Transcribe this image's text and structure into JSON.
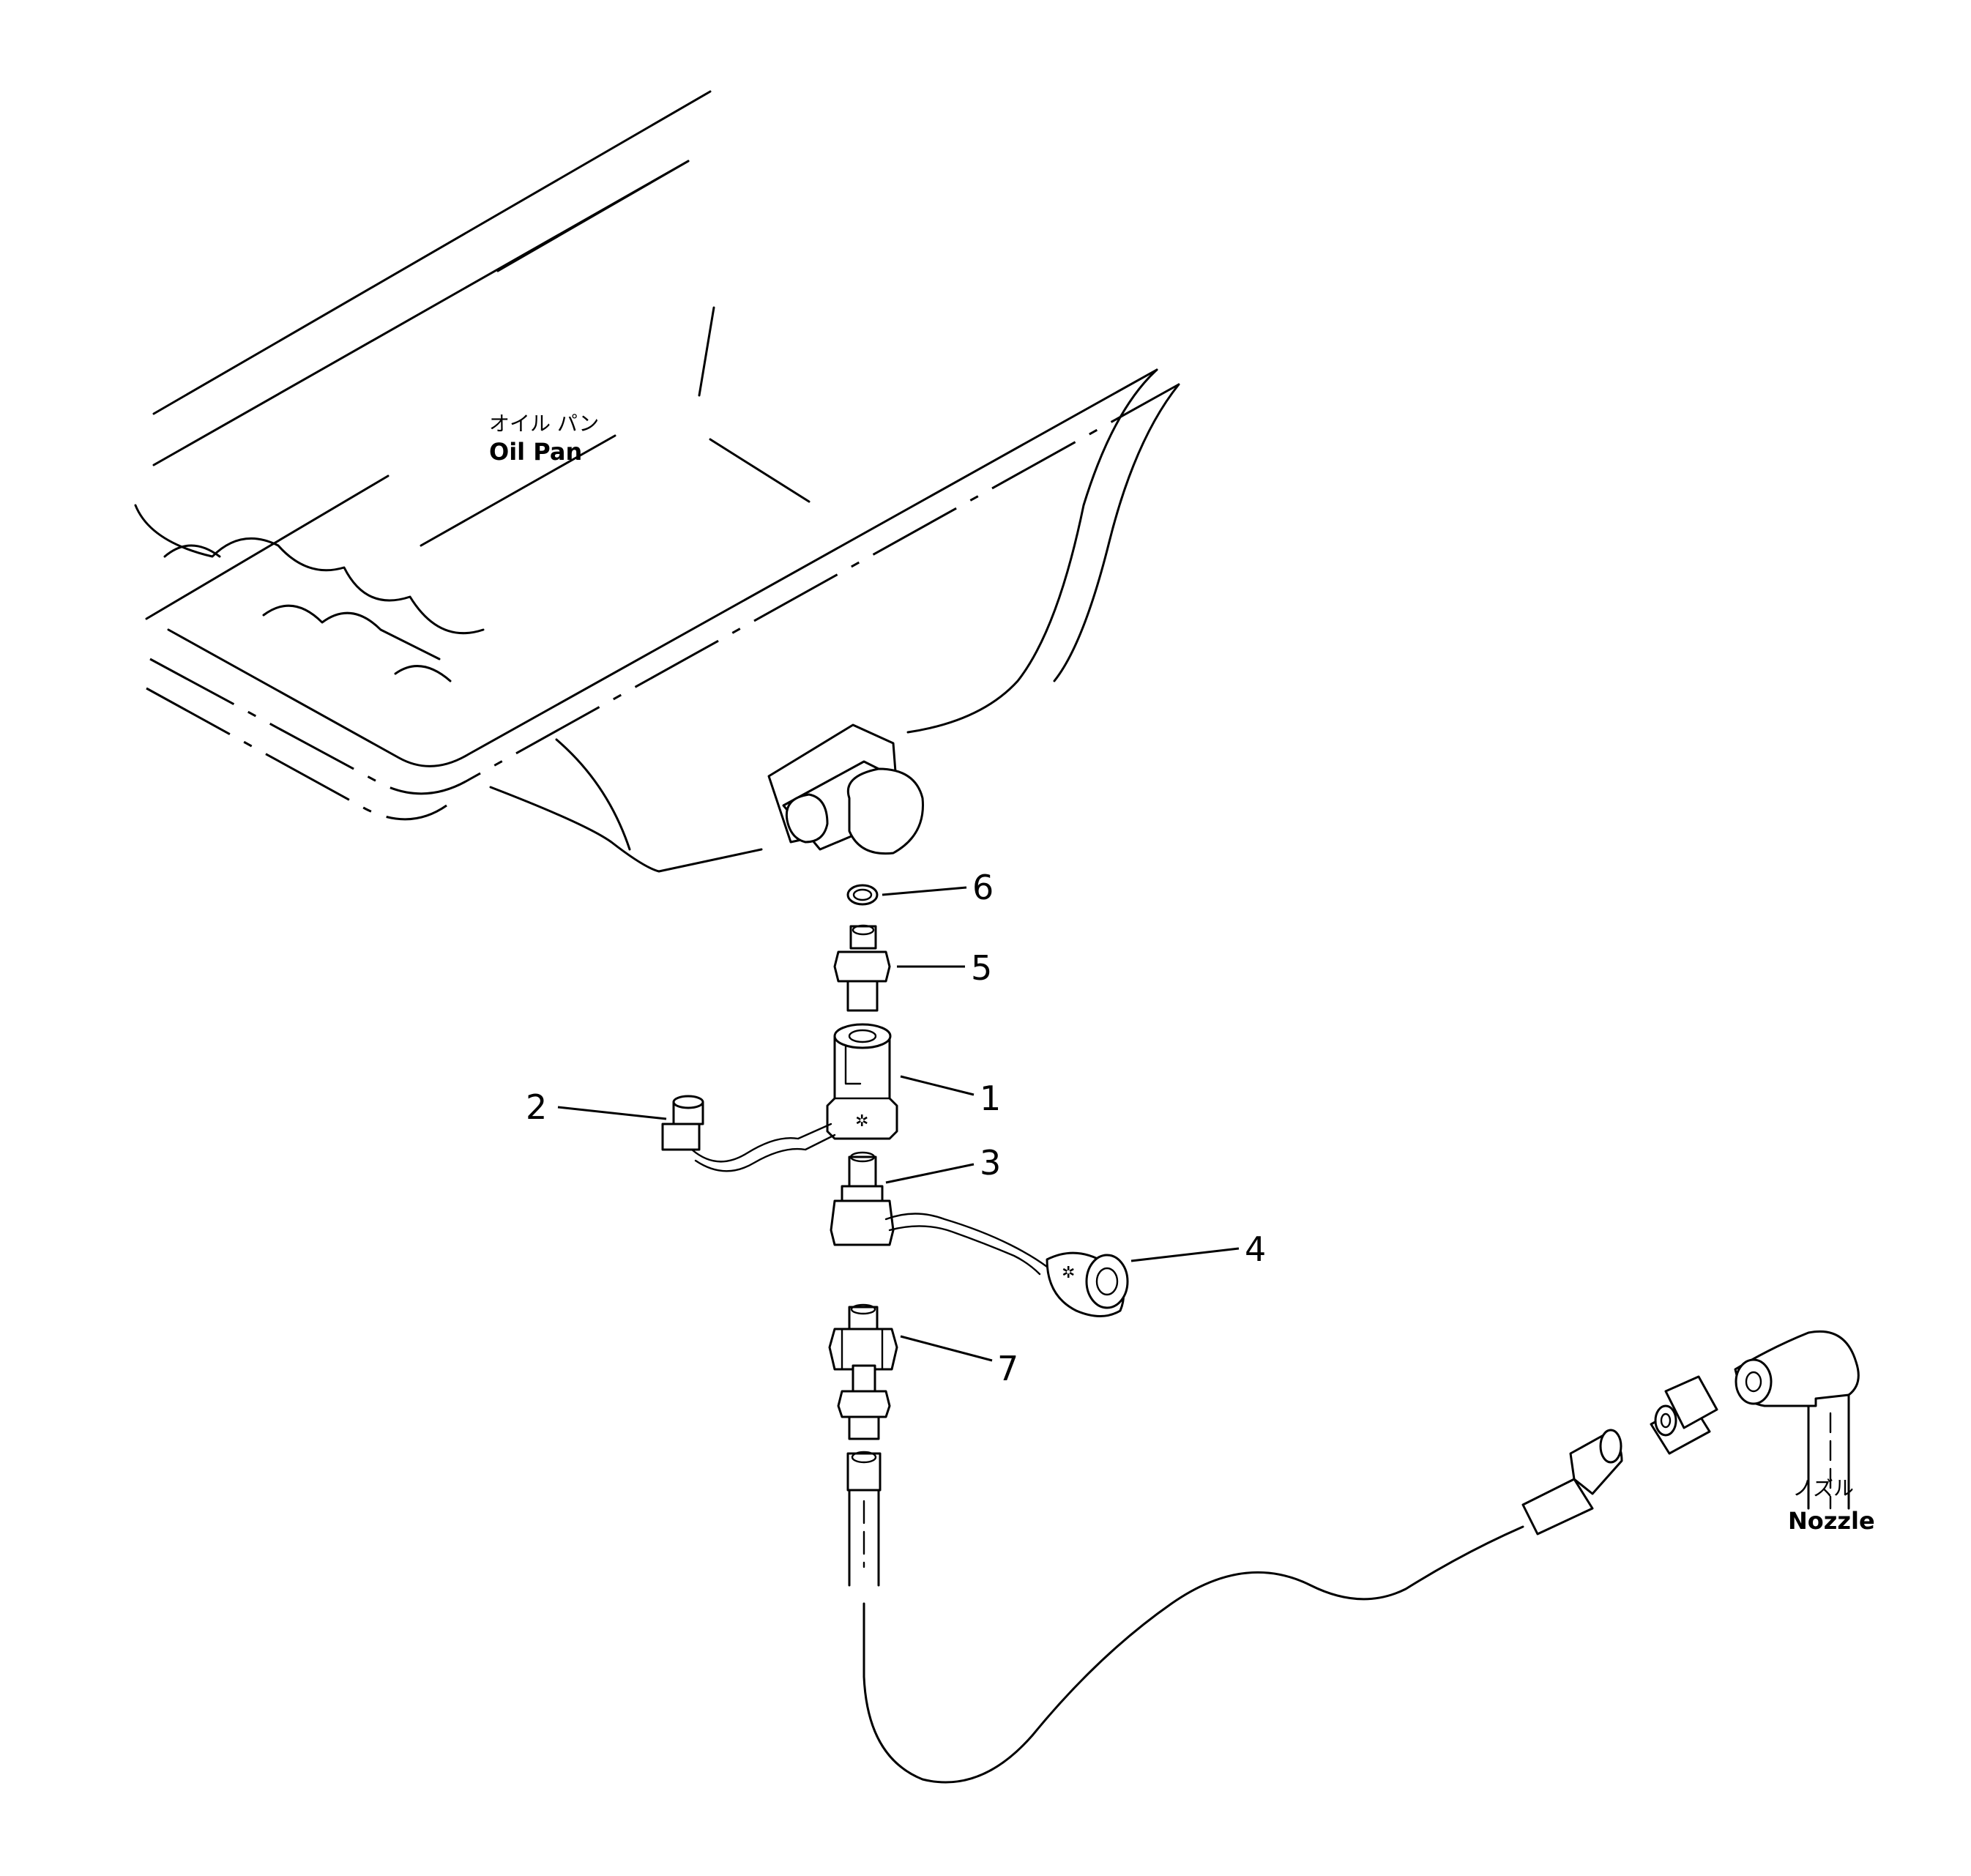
{
  "labels": {
    "oil_pan_jp": "オイル パン",
    "oil_pan_en": "Oil Pan",
    "nozzle_jp": "ノズル",
    "nozzle_en": "Nozzle"
  },
  "callouts": {
    "c1": "1",
    "c2": "2",
    "c3": "3",
    "c4": "4",
    "c5": "5",
    "c6": "6",
    "c7": "7"
  }
}
